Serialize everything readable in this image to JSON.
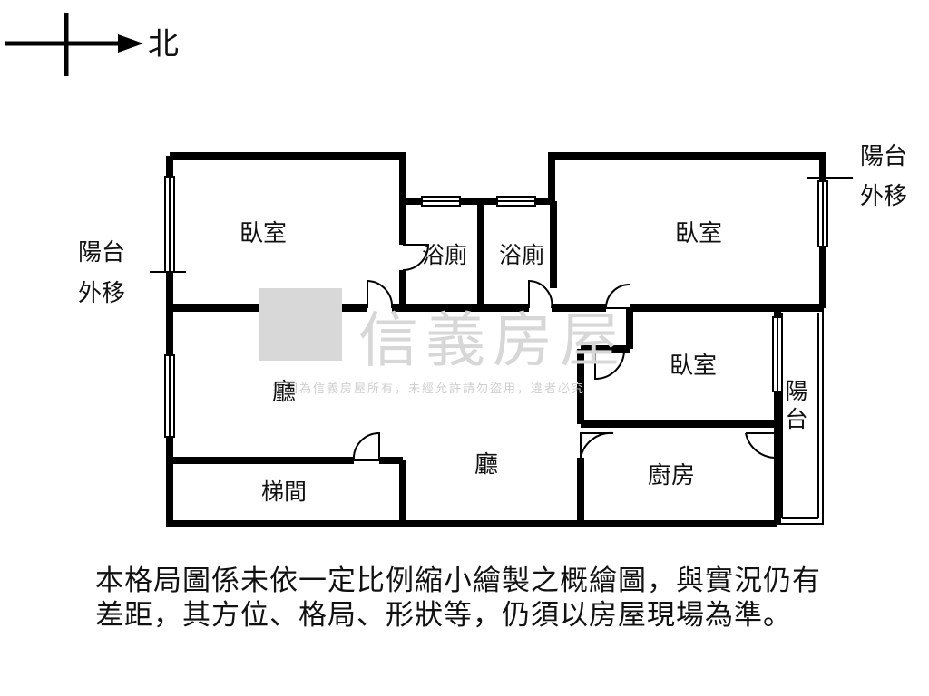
{
  "compass": {
    "north_label": "北"
  },
  "watermark": {
    "brand": "信義房屋",
    "copyright": "本圖為信義房屋所有，未經允許請勿盜用，違者必究"
  },
  "rooms": {
    "bedroom_nw": "臥室",
    "bath_1": "浴廁",
    "bath_2": "浴廁",
    "bedroom_ne": "臥室",
    "bedroom_e": "臥室",
    "hall_w": "廳",
    "hall_c": "廳",
    "stairs": "梯間",
    "kitchen": "廚房",
    "balcony": "陽台"
  },
  "annotations": {
    "balcony_moved_left_1": "陽台",
    "balcony_moved_left_2": "外移",
    "balcony_moved_right_1": "陽台",
    "balcony_moved_right_2": "外移"
  },
  "notice": "本格局圖係未依一定比例縮小繪製之概繪圖，與實況仍有差距，其方位、格局、形狀等，仍須以房屋現場為準。"
}
